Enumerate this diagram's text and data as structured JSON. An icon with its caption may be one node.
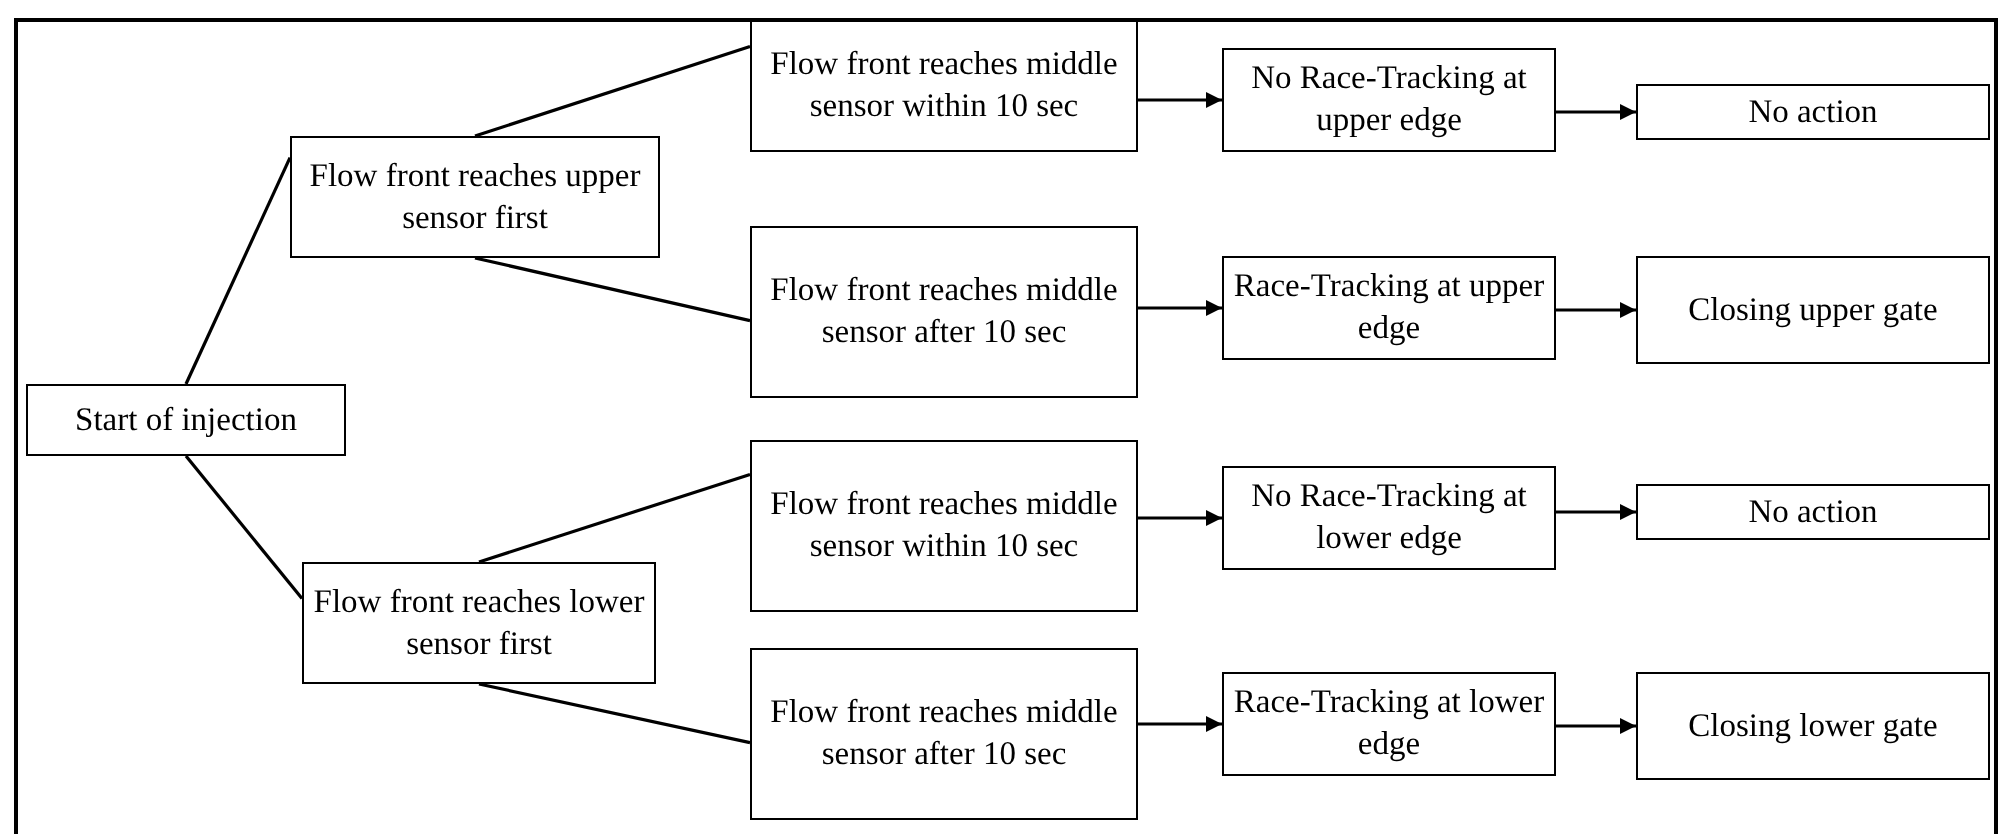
{
  "diagram": {
    "nodes": [
      {
        "text": [
          "Start of injection"
        ]
      },
      {
        "text": [
          "Flow front reaches upper sensor first"
        ]
      },
      {
        "text": [
          "Flow front reaches lower sensor first"
        ]
      },
      {
        "text": [
          "Flow front reaches middle sensor within  10 sec"
        ]
      },
      {
        "text": [
          "Flow front reaches middle sensor after 10 sec"
        ]
      },
      {
        "text": [
          "Flow front reaches middle sensor within 10 sec"
        ]
      },
      {
        "text": [
          "Flow front reaches middle sensor after 10 sec"
        ]
      },
      {
        "text": [
          "No Race-Tracking at upper edge"
        ]
      },
      {
        "text": [
          "Race-Tracking at upper edge"
        ]
      },
      {
        "text": [
          "No Race-Tracking at lower edge"
        ]
      },
      {
        "text": [
          "Race-Tracking at lower edge"
        ]
      },
      {
        "text": [
          "No action"
        ]
      },
      {
        "text": [
          "Closing upper gate"
        ]
      },
      {
        "text": [
          "No action"
        ]
      },
      {
        "text": [
          "Closing lower gate"
        ]
      }
    ],
    "edges": [
      {
        "from": 0,
        "to": 1,
        "arrow": "none"
      },
      {
        "from": 0,
        "to": 2,
        "arrow": "none"
      },
      {
        "from": 1,
        "to": 3,
        "arrow": "none"
      },
      {
        "from": 1,
        "to": 4,
        "arrow": "none"
      },
      {
        "from": 2,
        "to": 5,
        "arrow": "none"
      },
      {
        "from": 2,
        "to": 6,
        "arrow": "none"
      },
      {
        "from": 3,
        "to": 7,
        "arrow": "to"
      },
      {
        "from": 7,
        "to": 11,
        "arrow": "to"
      },
      {
        "from": 4,
        "to": 8,
        "arrow": "to"
      },
      {
        "from": 8,
        "to": 12,
        "arrow": "to"
      },
      {
        "from": 5,
        "to": 9,
        "arrow": "to"
      },
      {
        "from": 9,
        "to": 13,
        "arrow": "to"
      },
      {
        "from": 6,
        "to": 10,
        "arrow": "to"
      },
      {
        "from": 10,
        "to": 14,
        "arrow": "to"
      }
    ]
  }
}
